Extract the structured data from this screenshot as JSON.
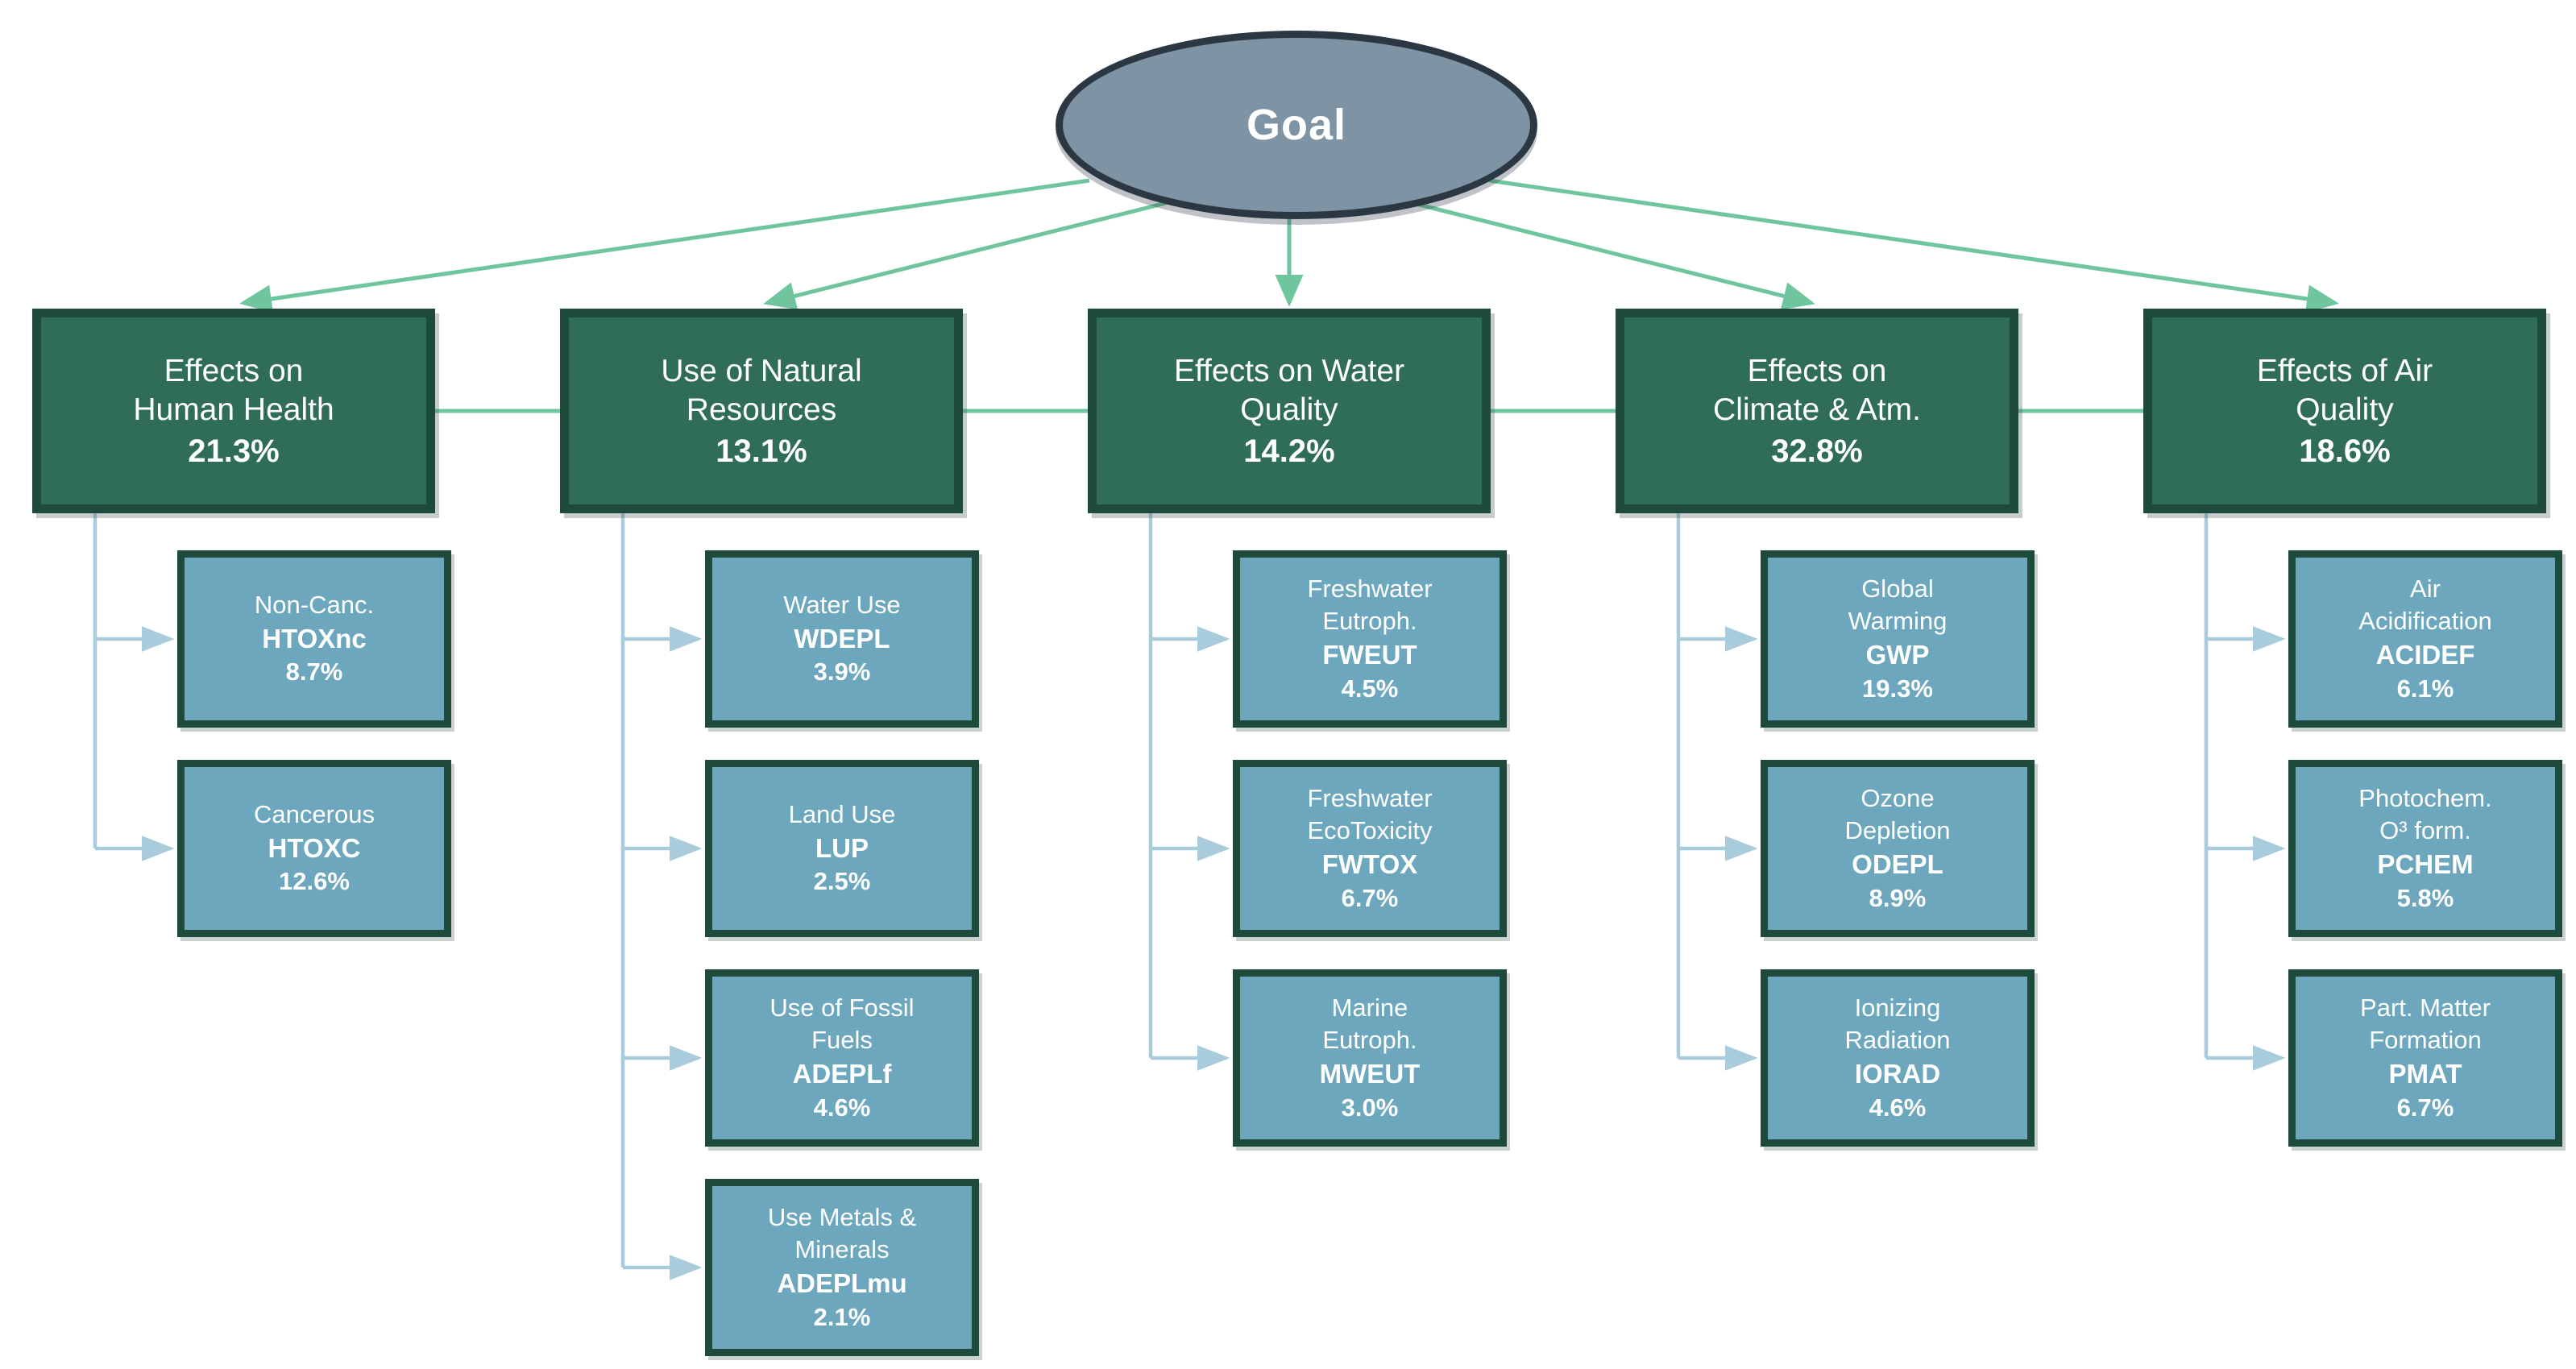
{
  "goal": {
    "label": "Goal"
  },
  "columns": [
    {
      "title": [
        "Effects on",
        "Human Health"
      ],
      "pct": "21.3%",
      "children": [
        {
          "label": [
            "Non-Canc."
          ],
          "code": "HTOXnc",
          "pct": "8.7%"
        },
        {
          "label": [
            "Cancerous"
          ],
          "code": "HTOXC",
          "pct": "12.6%"
        }
      ]
    },
    {
      "title": [
        "Use of Natural",
        "Resources"
      ],
      "pct": "13.1%",
      "children": [
        {
          "label": [
            "Water Use"
          ],
          "code": "WDEPL",
          "pct": "3.9%"
        },
        {
          "label": [
            "Land Use"
          ],
          "code": "LUP",
          "pct": "2.5%"
        },
        {
          "label": [
            "Use of Fossil",
            "Fuels"
          ],
          "code": "ADEPLf",
          "pct": "4.6%"
        },
        {
          "label": [
            "Use Metals &",
            "Minerals"
          ],
          "code": "ADEPLmu",
          "pct": "2.1%"
        }
      ]
    },
    {
      "title": [
        "Effects on Water",
        "Quality"
      ],
      "pct": "14.2%",
      "children": [
        {
          "label": [
            "Freshwater",
            "Eutroph."
          ],
          "code": "FWEUT",
          "pct": "4.5%"
        },
        {
          "label": [
            "Freshwater",
            "EcoToxicity"
          ],
          "code": "FWTOX",
          "pct": "6.7%"
        },
        {
          "label": [
            "Marine",
            "Eutroph."
          ],
          "code": "MWEUT",
          "pct": "3.0%"
        }
      ]
    },
    {
      "title": [
        "Effects on",
        "Climate & Atm."
      ],
      "pct": "32.8%",
      "children": [
        {
          "label": [
            "Global",
            "Warming"
          ],
          "code": "GWP",
          "pct": "19.3%"
        },
        {
          "label": [
            "Ozone",
            "Depletion"
          ],
          "code": "ODEPL",
          "pct": "8.9%"
        },
        {
          "label": [
            "Ionizing",
            "Radiation"
          ],
          "code": "IORAD",
          "pct": "4.6%"
        }
      ]
    },
    {
      "title": [
        "Effects of Air",
        "Quality"
      ],
      "pct": "18.6%",
      "children": [
        {
          "label": [
            "Air",
            "Acidification"
          ],
          "code": "ACIDEF",
          "pct": "6.1%"
        },
        {
          "label": [
            "Photochem.",
            "O³ form."
          ],
          "code": "PCHEM",
          "pct": "5.8%"
        },
        {
          "label": [
            "Part. Matter",
            "Formation"
          ],
          "code": "PMAT",
          "pct": "6.7%"
        }
      ]
    }
  ],
  "colors": {
    "goal_fill": "#7E94A5",
    "goal_border": "#2B3844",
    "category_fill": "#2F6C5A",
    "box_border": "#1E4A3B",
    "sub_fill": "#6CA7BE",
    "connector_green": "#6FC69E",
    "connector_blue": "#A9CCDC",
    "text": "#FFFFFF"
  }
}
